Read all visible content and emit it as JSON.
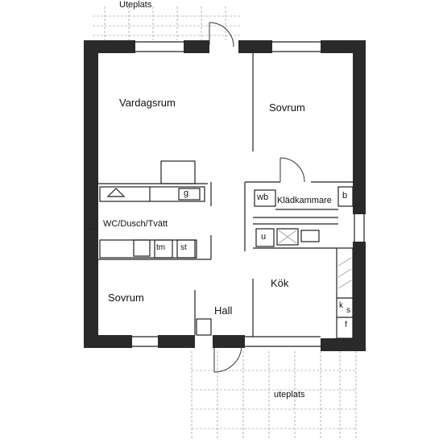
{
  "labels": {
    "uteplats_top": "Uteplats",
    "vardagsrum": "Vardagsrum",
    "sovrum_top": "Sovrum",
    "wb": "wb",
    "kladkammare": "Klädkammare",
    "b": "b",
    "g": "g",
    "wc": "WC/Dusch/Tvätt",
    "u": "u",
    "tm": "tm",
    "st": "st",
    "kok": "Kök",
    "sovrum_bottom": "Sovrum",
    "hall": "Hall",
    "k": "k",
    "s": "s",
    "f": "f",
    "uteplats_bottom": "uteplats"
  }
}
